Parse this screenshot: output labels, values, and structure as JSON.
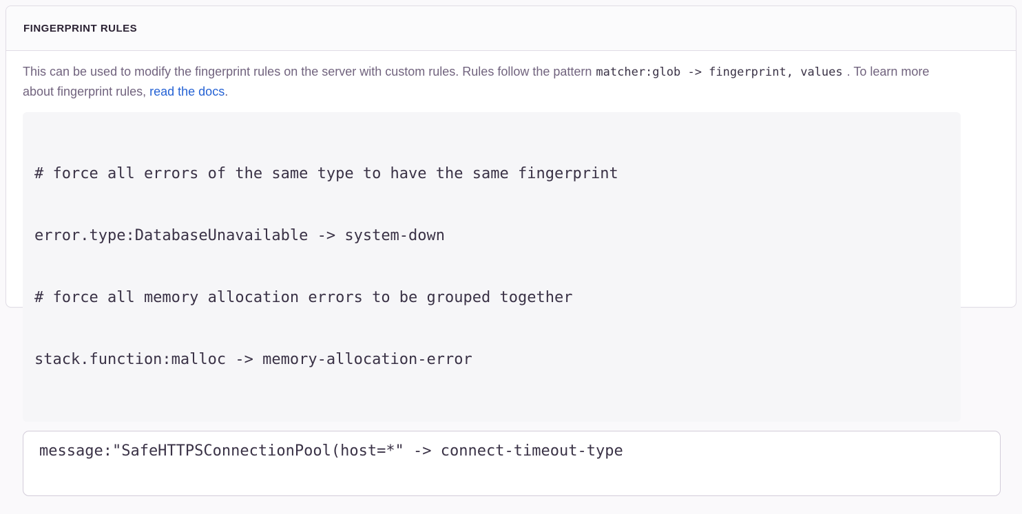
{
  "panel": {
    "title": "FINGERPRINT RULES",
    "description": {
      "text_before_code": "This can be used to modify the fingerprint rules on the server with custom rules. Rules follow the pattern",
      "inline_code": "matcher:glob -> fingerprint, values",
      "text_after_code": ". To learn more about fingerprint rules,",
      "link_text": "read the docs",
      "text_after_link": "."
    },
    "example": {
      "lines": [
        "# force all errors of the same type to have the same fingerprint",
        "error.type:DatabaseUnavailable -> system-down",
        "# force all memory allocation errors to be grouped together",
        "stack.function:malloc -> memory-allocation-error"
      ]
    },
    "editor": {
      "value": "message:\"SafeHTTPSConnectionPool(host=*\" -> connect-timeout-type"
    },
    "colors": {
      "link": "#2562d4",
      "header_text": "#2b2233",
      "body_text": "#71637e",
      "code_text": "#3a3246",
      "panel_border": "#e0dce5",
      "example_background": "#f6f6f8",
      "page_background": "#faf9fb"
    }
  }
}
